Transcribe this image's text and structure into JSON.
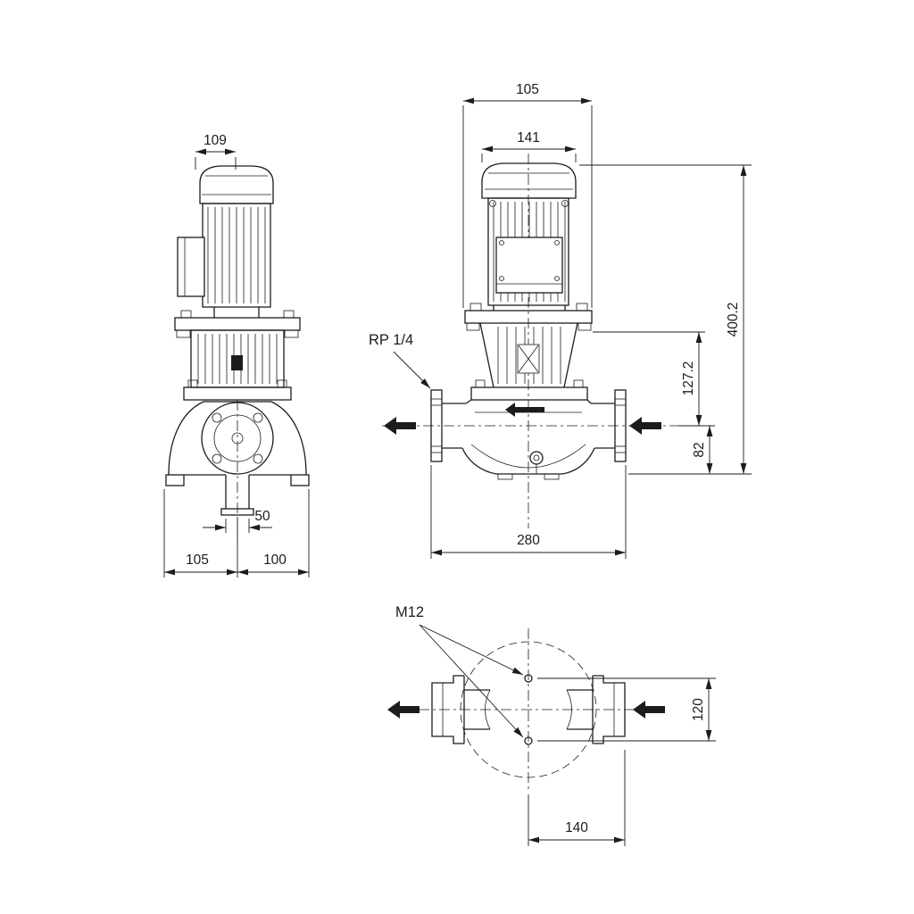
{
  "meta": {
    "background_color": "#ffffff",
    "line_color": "#1c1c1c"
  },
  "side_view": {
    "dims": {
      "width_top": "109",
      "port_width": "50",
      "base_left": "105",
      "base_right": "100"
    }
  },
  "front_view": {
    "dims": {
      "width_outer": "105",
      "width_motor": "141",
      "height_total": "400.2",
      "height_mid": "127.2",
      "height_port": "82",
      "port_span": "280"
    },
    "labels": {
      "tapping": "RP 1/4"
    }
  },
  "plan_view": {
    "labels": {
      "bolt": "M12"
    },
    "dims": {
      "hole_spacing": "120",
      "flange_offset": "140"
    }
  }
}
